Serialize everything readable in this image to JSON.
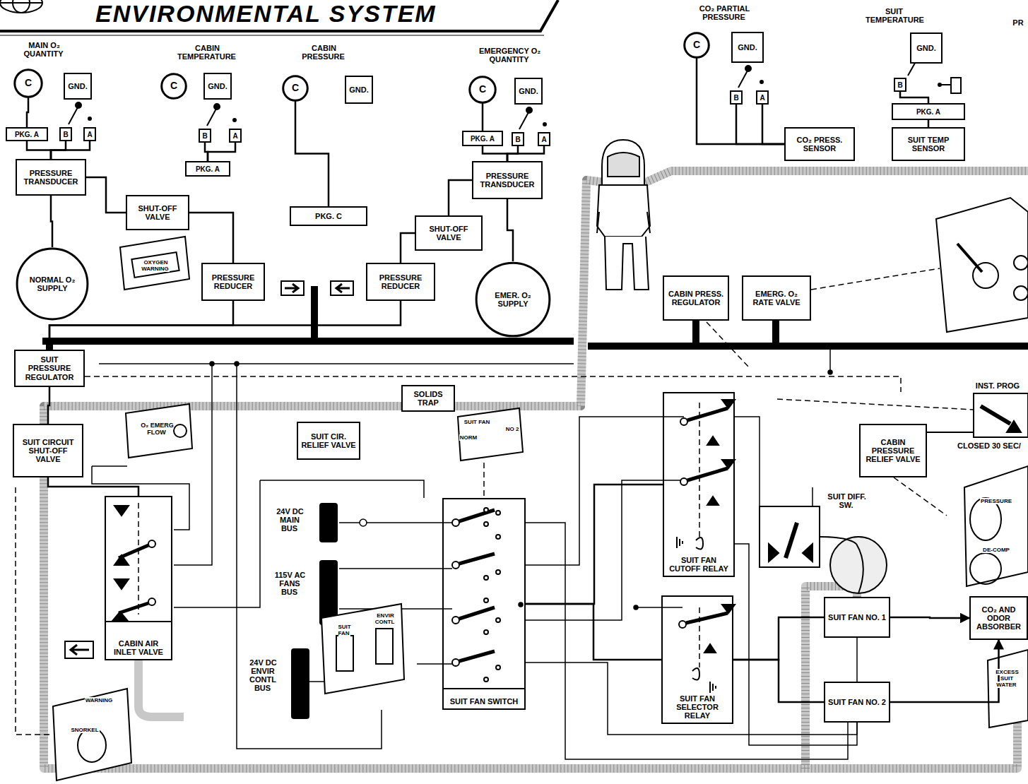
{
  "diagram": {
    "title": "ENVIRONMENTAL SYSTEM",
    "nodes": [
      {
        "text": [
          "C"
        ]
      },
      {
        "text": [
          "GND."
        ]
      },
      {
        "text": [
          "PKG. A"
        ]
      },
      {
        "text": [
          "B"
        ]
      },
      {
        "text": [
          "A"
        ]
      },
      {
        "text": [
          "PRESSURE TRANSDUCER"
        ]
      },
      {
        "text": [
          "SHUT-OFF VALVE"
        ]
      },
      {
        "text": [
          "NORMAL O₂ SUPPLY"
        ]
      },
      {
        "text": [
          "PRESSURE REDUCER"
        ]
      },
      {
        "text": [
          "C"
        ]
      },
      {
        "text": [
          "GND."
        ]
      },
      {
        "text": [
          "B"
        ]
      },
      {
        "text": [
          "A"
        ]
      },
      {
        "text": [
          "PKG. A"
        ]
      },
      {
        "text": [
          "C"
        ]
      },
      {
        "text": [
          "GND."
        ]
      },
      {
        "text": [
          "PKG. C"
        ]
      },
      {
        "text": [
          "C"
        ]
      },
      {
        "text": [
          "GND."
        ]
      },
      {
        "text": [
          "PKG. A"
        ]
      },
      {
        "text": [
          "B"
        ]
      },
      {
        "text": [
          "A"
        ]
      },
      {
        "text": [
          "PRESSURE TRANSDUCER"
        ]
      },
      {
        "text": [
          "SHUT-OFF VALVE"
        ]
      },
      {
        "text": [
          "PRESSURE REDUCER"
        ]
      },
      {
        "text": [
          "EMER. O₂ SUPPLY"
        ]
      },
      {
        "text": [
          "SUIT PRESSURE REGULATOR"
        ]
      },
      {
        "text": [
          "SOLIDS TRAP"
        ]
      },
      {
        "text": [
          "SUIT CIR. RELIEF VALVE"
        ]
      },
      {
        "text": [
          "SUIT CIRCUIT SHUT-OFF VALVE"
        ]
      },
      {
        "text": [
          "CABIN AIR INLET VALVE"
        ]
      },
      {
        "text": [
          "SUIT FAN SWITCH"
        ]
      },
      {
        "text": [
          "C"
        ]
      },
      {
        "text": [
          "GND."
        ]
      },
      {
        "text": [
          "B"
        ]
      },
      {
        "text": [
          "A"
        ]
      },
      {
        "text": [
          "CO₂ PRESS. SENSOR"
        ]
      },
      {
        "text": [
          "GND."
        ]
      },
      {
        "text": [
          "B"
        ]
      },
      {
        "text": [
          "PKG. A"
        ]
      },
      {
        "text": [
          "SUIT TEMP SENSOR"
        ]
      },
      {
        "text": [
          "CABIN PRESS. REGULATOR"
        ]
      },
      {
        "text": [
          "EMERG. O₂ RATE VALVE"
        ]
      },
      {
        "text": [
          "SUIT FAN CUTOFF RELAY"
        ]
      },
      {
        "text": [
          "CABIN PRESSURE RELIEF VALVE"
        ]
      },
      {
        "text": [
          "SUIT FAN SELECTOR RELAY"
        ]
      },
      {
        "text": [
          "SUIT FAN NO. 1"
        ]
      },
      {
        "text": [
          "SUIT FAN NO. 2"
        ]
      },
      {
        "text": [
          "CO₂ AND ODOR ABSORBER"
        ]
      }
    ],
    "edges": [
      {
        "from": 0,
        "to": 2,
        "arrow": "none"
      },
      {
        "from": 2,
        "to": 5,
        "arrow": "none"
      },
      {
        "from": 3,
        "to": 5,
        "arrow": "none"
      },
      {
        "from": 4,
        "to": 5,
        "arrow": "none"
      },
      {
        "from": 5,
        "to": 7,
        "arrow": "none"
      },
      {
        "from": 5,
        "to": 6,
        "arrow": "none"
      },
      {
        "from": 6,
        "to": 8,
        "arrow": "none"
      },
      {
        "from": 11,
        "to": 13,
        "arrow": "none"
      },
      {
        "from": 12,
        "to": 13,
        "arrow": "none"
      },
      {
        "from": 14,
        "to": 16,
        "arrow": "none"
      },
      {
        "from": 17,
        "to": 19,
        "arrow": "none"
      },
      {
        "from": 19,
        "to": 22,
        "arrow": "none"
      },
      {
        "from": 20,
        "to": 22,
        "arrow": "none"
      },
      {
        "from": 21,
        "to": 22,
        "arrow": "none"
      },
      {
        "from": 22,
        "to": 25,
        "arrow": "none"
      },
      {
        "from": 22,
        "to": 23,
        "arrow": "none"
      },
      {
        "from": 23,
        "to": 24,
        "arrow": "none"
      },
      {
        "from": 8,
        "to": 26,
        "arrow": "none"
      },
      {
        "from": 24,
        "to": 26,
        "arrow": "none"
      },
      {
        "from": 29,
        "to": 30,
        "arrow": "none"
      },
      {
        "from": 31,
        "to": 43,
        "arrow": "none"
      },
      {
        "from": 31,
        "to": 45,
        "arrow": "none"
      },
      {
        "from": 45,
        "to": 46,
        "arrow": "none"
      },
      {
        "from": 45,
        "to": 47,
        "arrow": "none"
      },
      {
        "from": 46,
        "to": 48,
        "arrow": "to"
      },
      {
        "from": 47,
        "to": 48,
        "arrow": "to"
      },
      {
        "from": 32,
        "to": 36,
        "arrow": "none"
      },
      {
        "from": 34,
        "to": 36,
        "arrow": "none"
      },
      {
        "from": 35,
        "to": 36,
        "arrow": "none"
      },
      {
        "from": 38,
        "to": 39,
        "arrow": "none"
      },
      {
        "from": 39,
        "to": 40,
        "arrow": "none"
      },
      {
        "from": 26,
        "to": 29,
        "arrow": "none"
      }
    ],
    "labels": [
      "MAIN O₂ QUANTITY",
      "CABIN TEMPERATURE",
      "CABIN PRESSURE",
      "EMERGENCY O₂ QUANTITY",
      "CO₂ PARTIAL PRESSURE",
      "SUIT TEMPERATURE",
      "PR",
      "OXYGEN WARNING",
      "O₂ EMERG FLOW",
      "SUIT FAN",
      "NORM",
      "NO 2",
      "24V DC MAIN BUS",
      "115V AC FANS BUS",
      "24V DC ENVIR CONTL BUS",
      "SUIT FAN",
      "ENVIR CONTL",
      "SUIT DIFF. SW.",
      "INST. PROG",
      "CLOSED 30 SEC/",
      "PRESSURE",
      "DE-COMP",
      "WARNING",
      "SNORKEL",
      "EXCESS SUIT WATER"
    ]
  }
}
